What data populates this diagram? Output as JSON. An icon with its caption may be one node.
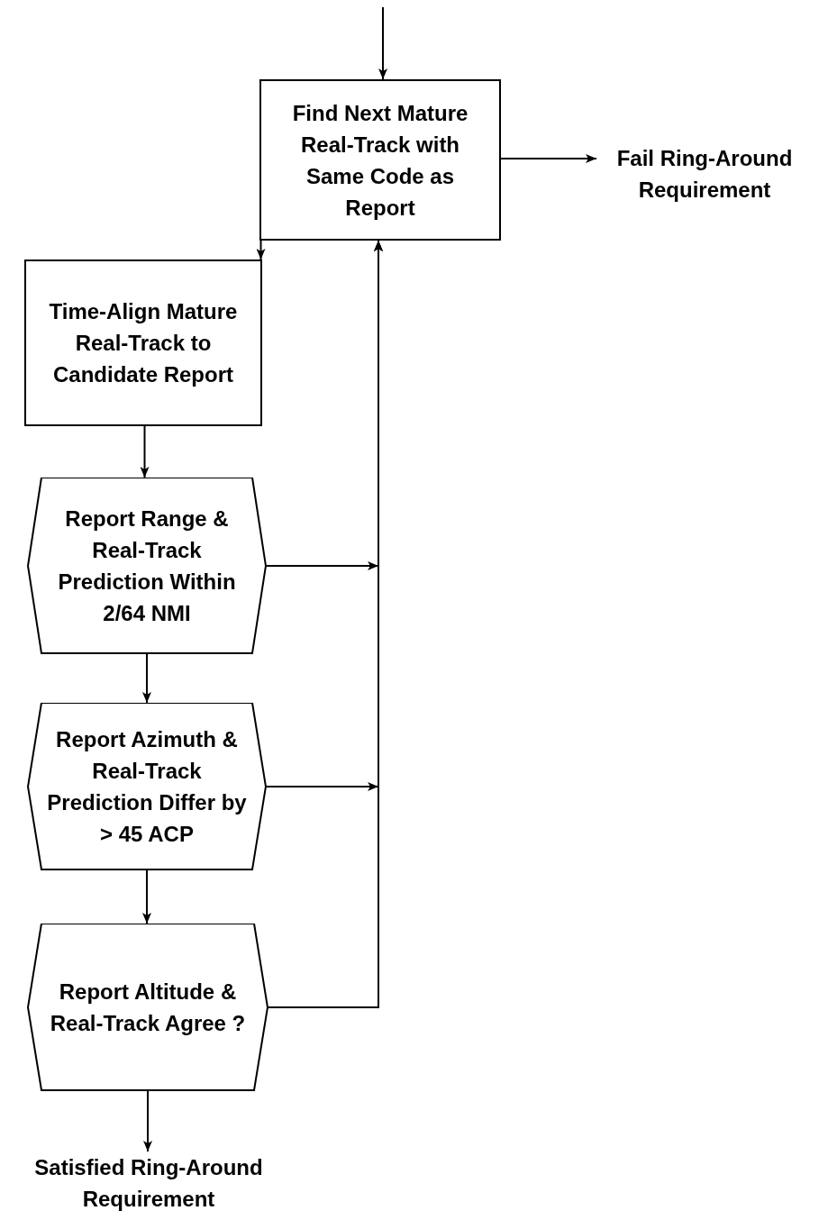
{
  "diagram": {
    "nodes": [
      {
        "text": [
          "Find Next Mature Real-Track with Same Code as Report"
        ]
      },
      {
        "text": [
          "Fail Ring-Around Requirement"
        ]
      },
      {
        "text": [
          "Time-Align Mature Real-Track to Candidate Report"
        ]
      },
      {
        "text": [
          "Report Range & Real-Track Prediction Within 2/64 NMI"
        ]
      },
      {
        "text": [
          "Report Azimuth & Real-Track Prediction Differ by > 45 ACP"
        ]
      },
      {
        "text": [
          "Report Altitude & Real-Track Agree ?"
        ]
      },
      {
        "text": [
          "Satisfied Ring-Around Requirement"
        ]
      }
    ],
    "edges": [
      {
        "from": null,
        "to": 0,
        "arrow": "to"
      },
      {
        "from": 0,
        "to": 1,
        "arrow": "to"
      },
      {
        "from": 0,
        "to": 2,
        "arrow": "to"
      },
      {
        "from": 2,
        "to": 3,
        "arrow": "to"
      },
      {
        "from": 3,
        "to": 4,
        "arrow": "to"
      },
      {
        "from": 4,
        "to": 5,
        "arrow": "to"
      },
      {
        "from": 5,
        "to": 6,
        "arrow": "to"
      },
      {
        "from": 3,
        "to": 0,
        "arrow": "to"
      },
      {
        "from": 4,
        "to": 0,
        "arrow": "to"
      },
      {
        "from": 5,
        "to": 0,
        "arrow": "to"
      }
    ]
  }
}
